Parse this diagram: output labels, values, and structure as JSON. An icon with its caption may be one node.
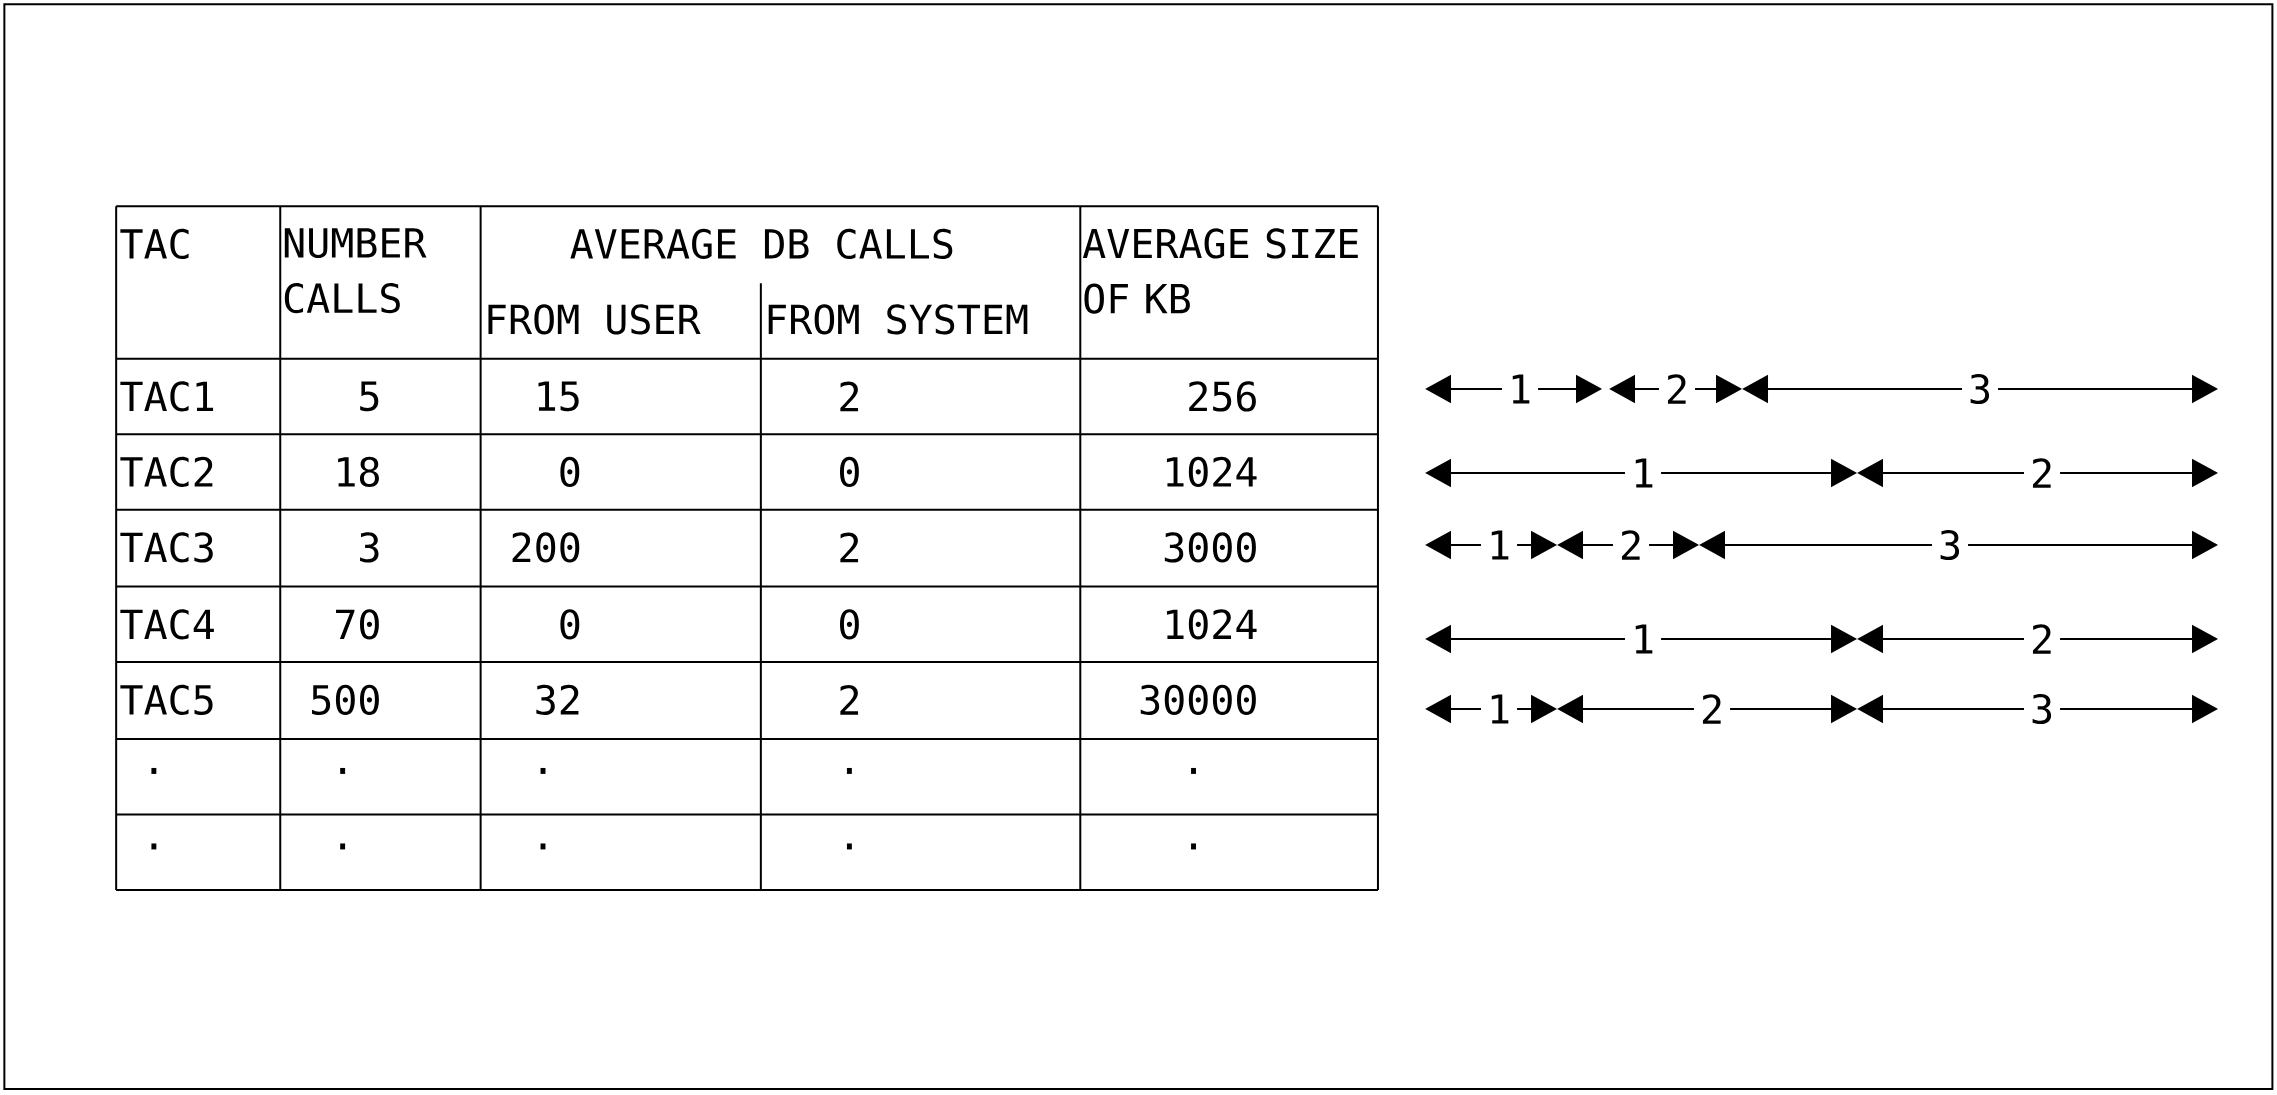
{
  "diagram": {
    "labels": [
      "TAC",
      "NUMBER CALLS",
      "AVERAGE DB CALLS",
      "FROM USER",
      "FROM SYSTEM",
      "AVERAGE SIZE OF KB",
      "TAC1",
      "5",
      "15",
      "2",
      "256",
      "TAC2",
      "18",
      "0",
      "0",
      "1024",
      "TAC3",
      "3",
      "200",
      "2",
      "3000",
      "TAC4",
      "70",
      "0",
      "0",
      "1024",
      "TAC5",
      "500",
      "32",
      "2",
      "30000",
      ".",
      ".",
      ".",
      ".",
      ".",
      ".",
      ".",
      ".",
      ".",
      ".",
      "1",
      "2",
      "3",
      "1",
      "2",
      "1",
      "2",
      "3",
      "1",
      "2",
      "1",
      "2",
      "3"
    ]
  }
}
